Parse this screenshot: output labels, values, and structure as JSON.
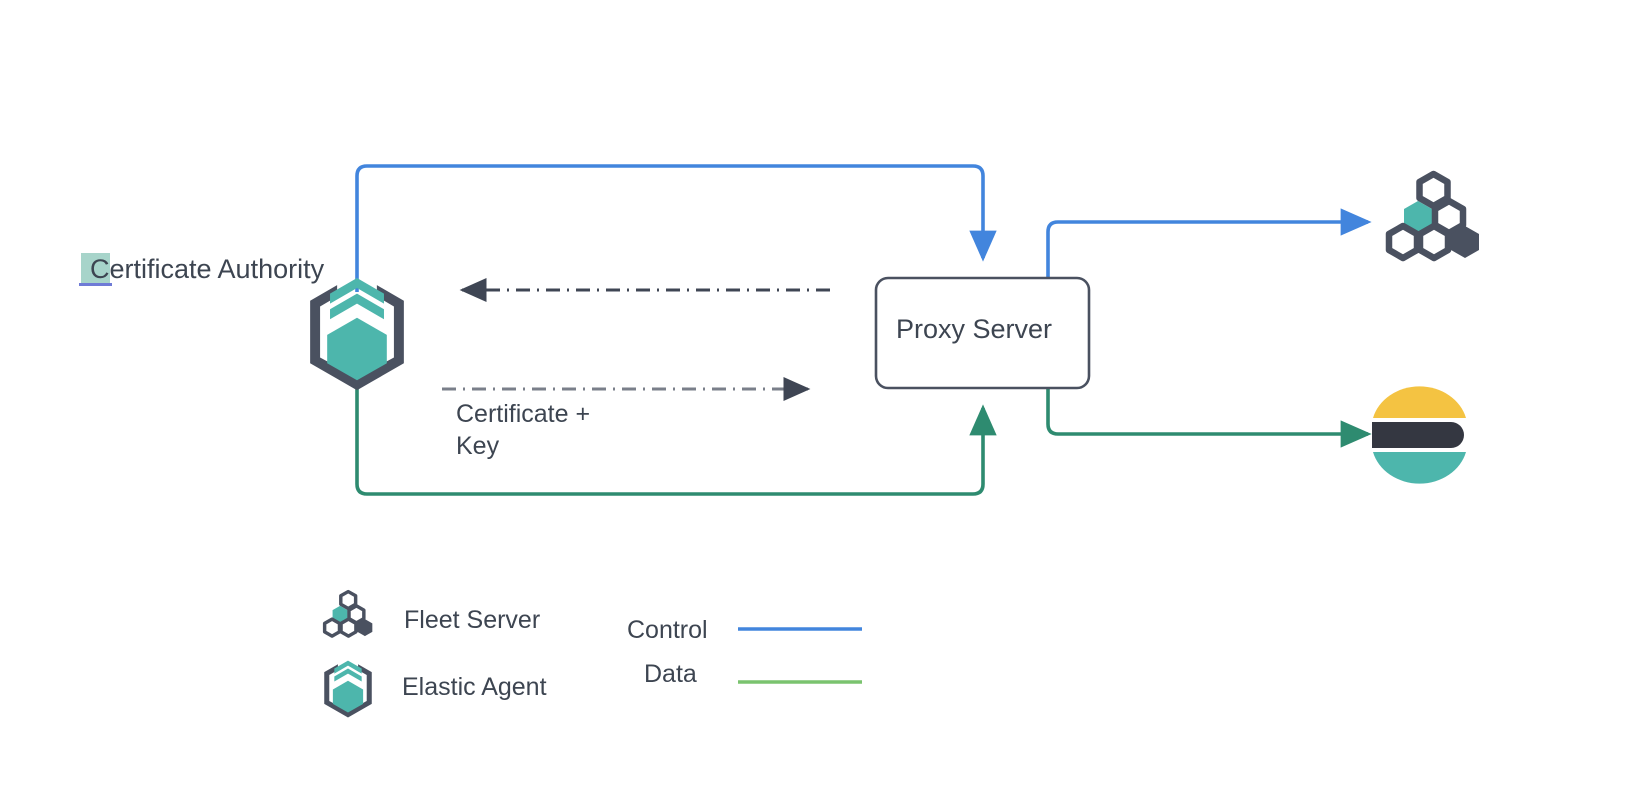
{
  "diagram": {
    "title_visible": false,
    "colors": {
      "control_line": "#4285dd",
      "data_line": "#2e8b70",
      "legend_data_line": "#7ac36f",
      "teal": "#4db6ac",
      "dark_slate": "#4a5160",
      "text": "#3d4551",
      "elastic_yellow": "#f4c342",
      "elastic_teal": "#4db6ac",
      "elastic_dark": "#343741",
      "dashed_arrow": "#4a5160",
      "highlight_box": "#a7d4ca",
      "highlight_underline": "#6f7bd6",
      "box_border": "#4a5160",
      "box_fill": "#ffffff"
    },
    "nodes": [
      {
        "id": "certificate-authority",
        "label": "Certificate Authority",
        "icon": "elastic-agent-icon",
        "highlighted": true
      },
      {
        "id": "proxy-server",
        "label": "Proxy Server",
        "shape": "rounded-rectangle"
      },
      {
        "id": "fleet-server",
        "label": "",
        "icon": "fleet-server-icon"
      },
      {
        "id": "elasticsearch",
        "label": "",
        "icon": "elasticsearch-icon"
      }
    ],
    "edges": [
      {
        "id": "control-agent-to-proxy",
        "from": "certificate-authority",
        "to": "proxy-server",
        "type": "control",
        "style": "solid",
        "color": "#4285dd"
      },
      {
        "id": "control-proxy-to-fleet",
        "from": "proxy-server",
        "to": "fleet-server",
        "type": "control",
        "style": "solid",
        "color": "#4285dd"
      },
      {
        "id": "data-agent-to-proxy",
        "from": "certificate-authority",
        "to": "proxy-server",
        "type": "data",
        "style": "solid",
        "color": "#2e8b70"
      },
      {
        "id": "data-proxy-to-elasticsearch",
        "from": "proxy-server",
        "to": "elasticsearch",
        "type": "data",
        "style": "solid",
        "color": "#2e8b70"
      },
      {
        "id": "cert-request",
        "from": "proxy-server",
        "to": "certificate-authority",
        "type": "certificate",
        "style": "dash-dot",
        "direction": "left",
        "color": "#4a5160",
        "label": ""
      },
      {
        "id": "cert-key-delivery",
        "from": "certificate-authority",
        "to": "proxy-server",
        "type": "certificate",
        "style": "dash-dot",
        "direction": "right",
        "color": "#7a7f8a",
        "label": "Certificate +\nKey"
      }
    ],
    "edge_label_certificate_key": "Certificate +\nKey"
  },
  "legend": {
    "icons": [
      {
        "label": "Fleet Server",
        "icon": "fleet-server-icon"
      },
      {
        "label": "Elastic Agent",
        "icon": "elastic-agent-icon"
      }
    ],
    "lines": [
      {
        "label": "Control",
        "color": "#4285dd"
      },
      {
        "label": "Data",
        "color": "#7ac36f"
      }
    ]
  }
}
